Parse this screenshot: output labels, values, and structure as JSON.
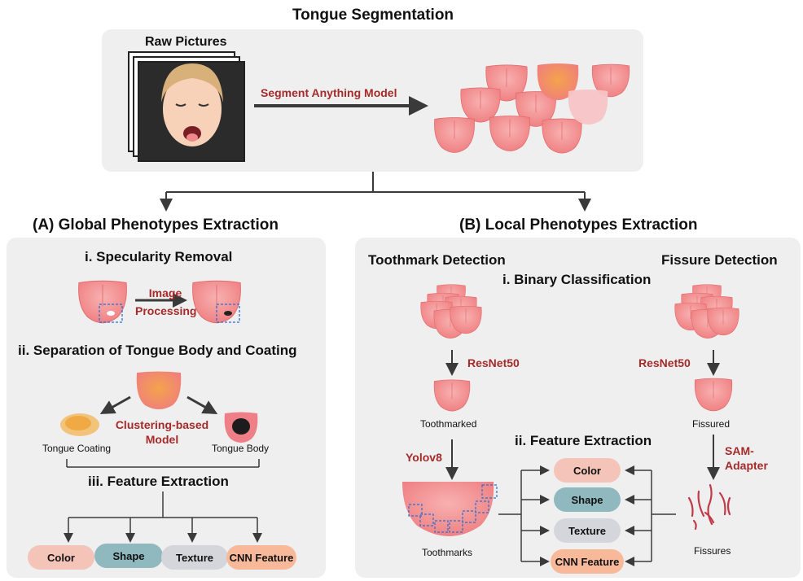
{
  "top": {
    "title": "Tongue Segmentation",
    "raw_pictures": "Raw Pictures",
    "sam": "Segment Anything Model"
  },
  "global": {
    "title": "(A) Global Phenotypes Extraction",
    "step1": "i. Specularity Removal",
    "image_processing": "Image Processing",
    "step2": "ii. Separation of Tongue Body and Coating",
    "clustering": "Clustering-based Model",
    "coating": "Tongue Coating",
    "body": "Tongue Body",
    "step3": "iii. Feature Extraction",
    "features": [
      "Color",
      "Shape",
      "Texture",
      "CNN Feature"
    ]
  },
  "local": {
    "title": "(B) Local Phenotypes Extraction",
    "toothmark_detection": "Toothmark Detection",
    "fissure_detection": "Fissure Detection",
    "binary": "i. Binary Classification",
    "resnet_left": "ResNet50",
    "resnet_right": "ResNet50",
    "toothmarked": "Toothmarked",
    "fissured": "Fissured",
    "yolo": "Yolov8",
    "sam_adapter": "SAM-Adapter",
    "feature_title": "ii. Feature Extraction",
    "toothmarks": "Toothmarks",
    "fissures": "Fissures",
    "features": [
      "Color",
      "Shape",
      "Texture",
      "CNN Feature"
    ]
  },
  "colors": {
    "panel": "#efefef",
    "tongue": "#f28a8a",
    "accent_text": "#a52a2a",
    "color_pill": "#f4c4b8",
    "shape_pill": "#8fb8bf",
    "texture_pill": "#d4d6dc",
    "cnn_pill": "#f8b99a"
  }
}
